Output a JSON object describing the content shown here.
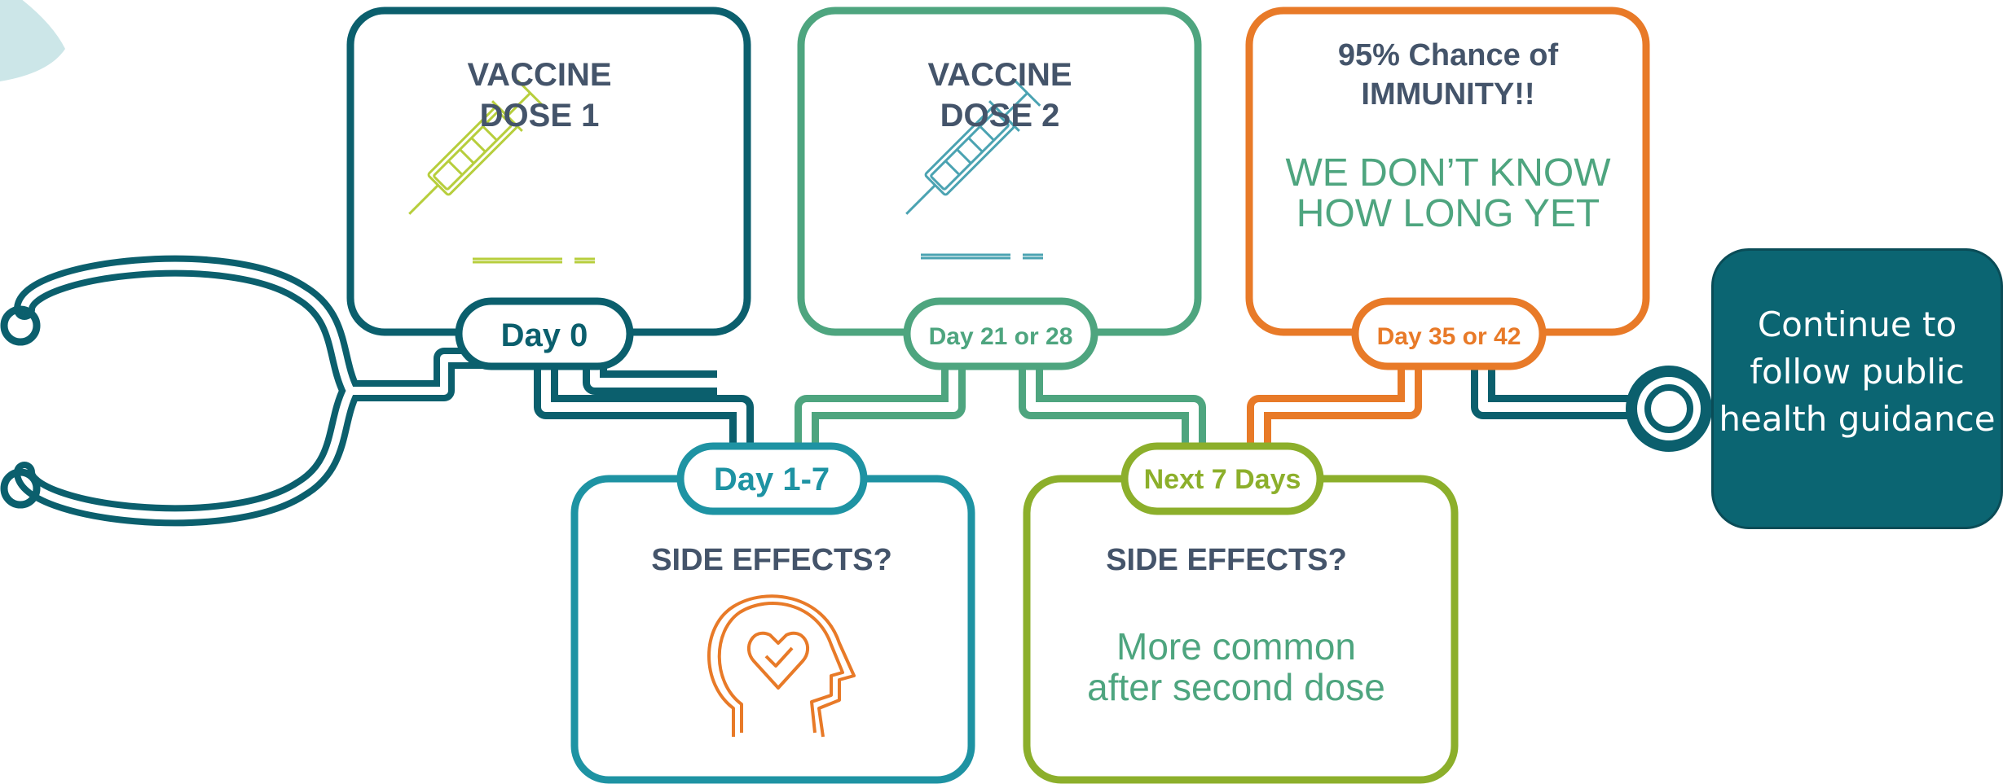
{
  "colors": {
    "navy": "#0b5f6d",
    "teal_green": "#4ea57f",
    "orange": "#e87a28",
    "teal": "#1e93a3",
    "lime": "#8caf2b",
    "heading_text": "#44546a",
    "final_box": "#0b6572",
    "light_blue": "#cce6e8"
  },
  "steps": {
    "dose1": {
      "title_line1": "VACCINE",
      "title_line2": "DOSE 1",
      "day_label": "Day 0",
      "icon": "syringe-icon"
    },
    "dose2": {
      "title_line1": "VACCINE",
      "title_line2": "DOSE 2",
      "day_label": "Day 21 or 28",
      "icon": "syringe-icon"
    },
    "immunity": {
      "title_line1": "95% Chance of",
      "title_line2": "IMMUNITY!!",
      "note_line1": "WE DON’T KNOW",
      "note_line2": "HOW LONG YET",
      "day_label": "Day 35 or 42"
    },
    "side_effects_1": {
      "day_label": "Day 1-7",
      "title": "SIDE EFFECTS?",
      "icon": "head-heart-icon"
    },
    "side_effects_2": {
      "day_label": "Next 7 Days",
      "title": "SIDE EFFECTS?",
      "note_line1": "More common",
      "note_line2": "after second dose"
    }
  },
  "final": {
    "text": "Continue to follow public health guidance"
  },
  "decoration": {
    "icon": "stethoscope-icon"
  }
}
